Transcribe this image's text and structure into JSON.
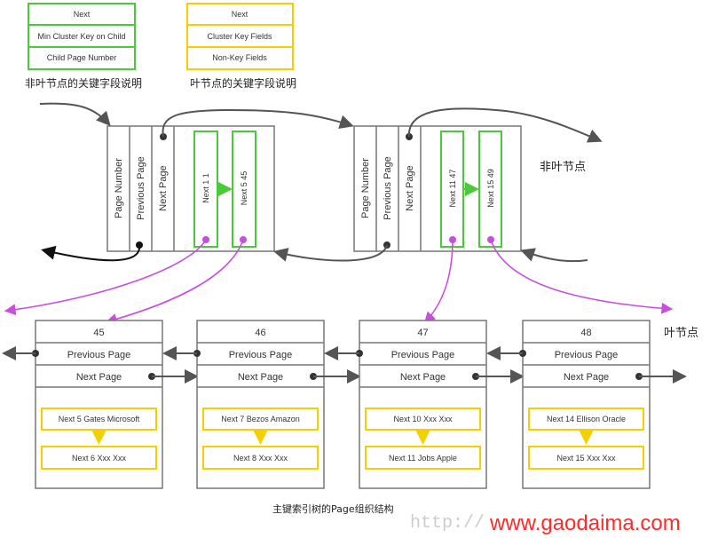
{
  "legend": {
    "non_leaf": {
      "rows": [
        "Next",
        "Min Cluster Key on Child",
        "Child Page Number"
      ],
      "caption": "非叶节点的关键字段说明"
    },
    "leaf": {
      "rows": [
        "Next",
        "Cluster Key Fields",
        "Non-Key Fields"
      ],
      "caption": "叶节点的关键字段说明"
    }
  },
  "non_leaf_nodes": [
    {
      "columns": [
        "Page Number",
        "Previous Page",
        "Next Page"
      ],
      "records": [
        "Next 1 1",
        "Next 5 45"
      ]
    },
    {
      "columns": [
        "Page Number",
        "Previous Page",
        "Next Page"
      ],
      "records": [
        "Next 11 47",
        "Next 15 49"
      ]
    }
  ],
  "non_leaf_label": "非叶节点",
  "leaf_label": "叶节点",
  "leaf_pages": [
    {
      "number": "45",
      "prev": "Previous Page",
      "next": "Next Page",
      "records": [
        "Next 5 Gates Microsoft",
        "Next 6 Xxx Xxx"
      ]
    },
    {
      "number": "46",
      "prev": "Previous Page",
      "next": "Next Page",
      "records": [
        "Next 7 Bezos Amazon",
        "Next 8 Xxx Xxx"
      ]
    },
    {
      "number": "47",
      "prev": "Previous Page",
      "next": "Next Page",
      "records": [
        "Next 10 Xxx Xxx",
        "Next 11 Jobs Apple"
      ]
    },
    {
      "number": "48",
      "prev": "Previous Page",
      "next": "Next Page",
      "records": [
        "Next 14 Ellison Oracle",
        "Next 15 Xxx Xxx"
      ]
    }
  ],
  "caption": "主键索引树的Page组织结构",
  "watermark": {
    "url": "http://",
    "site": "www.gaodaima.com"
  },
  "colors": {
    "green": "#4cc93a",
    "yellow": "#f5d000",
    "purple": "#c74ee0",
    "red": "#ff2a2a"
  }
}
